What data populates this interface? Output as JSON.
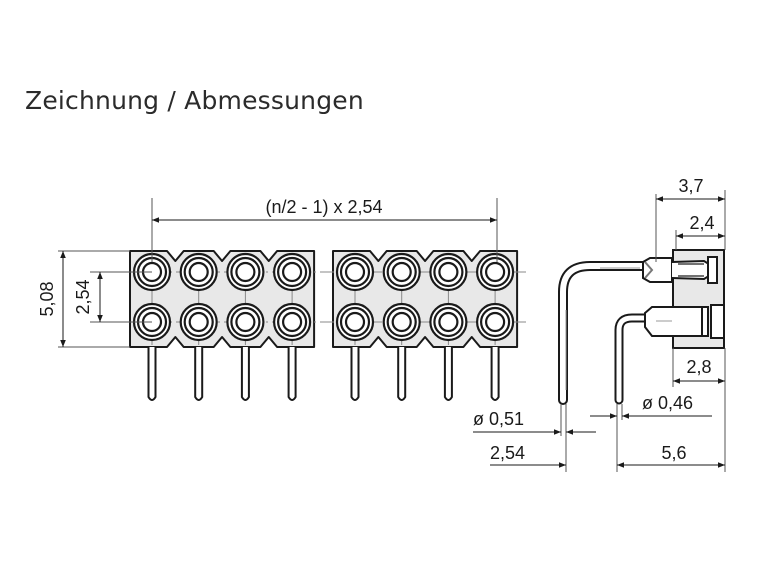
{
  "title": "Zeichnung / Abmessungen",
  "front_view": {
    "top_dimension": "(n/2 - 1) x 2,54",
    "height_dimension": "5,08",
    "row_pitch_dimension": "2,54",
    "socket_columns_per_group": 4,
    "groups": 2,
    "rows": 2
  },
  "side_view": {
    "dim_overall_depth": "3,7",
    "dim_body_depth": "2,4",
    "dim_bottom_body": "2,8",
    "dim_pin_diameter_outer": "ø 0,51",
    "dim_pin_diameter_inner": "ø 0,46",
    "dim_pin_spacing": "2,54",
    "dim_pin_to_body": "5,6"
  },
  "colors": {
    "line": "#1a1a1a",
    "body_fill": "#e8e8e8",
    "dim_line": "#555555"
  }
}
